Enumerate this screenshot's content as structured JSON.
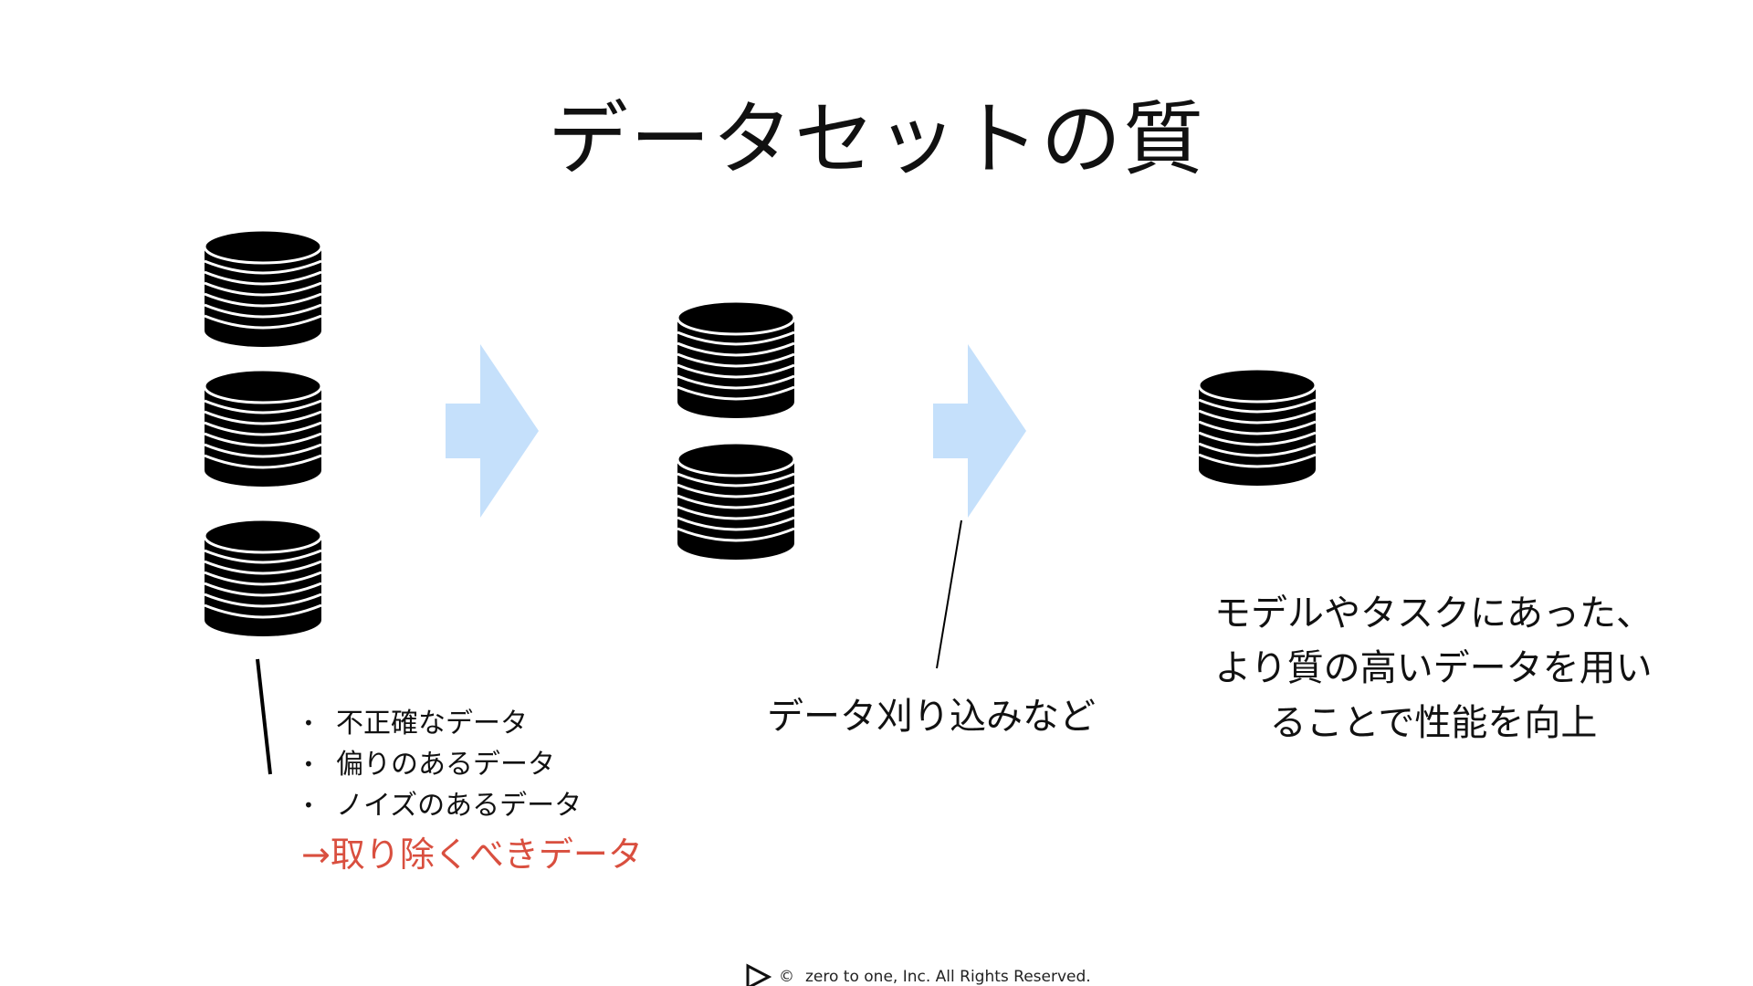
{
  "slide": {
    "title": "データセットの質",
    "bullets": [
      {
        "dot": "•",
        "text": "不正確なデータ"
      },
      {
        "dot": "•",
        "text": "偏りのあるデータ"
      },
      {
        "dot": "•",
        "text": "ノイズのあるデータ"
      }
    ],
    "conclusion": "→取り除くべきデータ",
    "middle_label": "データ刈り込みなど",
    "result_lines": [
      "モデルやタスクにあった、",
      "より質の高いデータを用い",
      "ることで性能を向上"
    ],
    "footer": {
      "copyright_symbol": "©",
      "text": "zero to one, Inc. All Rights Reserved."
    }
  },
  "icons": {
    "database": "database-icon",
    "arrow": "arrow-right-icon",
    "logo": "play-triangle-logo"
  },
  "colors": {
    "arrow": "#c5e0fb",
    "highlight": "#d94f3f",
    "database": "#000000"
  }
}
